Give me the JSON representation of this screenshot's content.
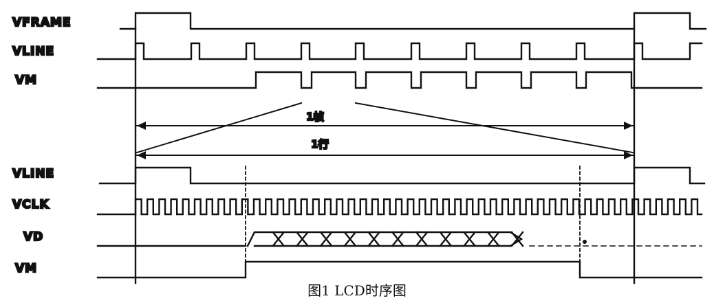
{
  "diagram": {
    "top_signals": [
      "VFRAME",
      "VLINE",
      "VM"
    ],
    "frame_span_label": "1帧",
    "line_span_label": "1行",
    "bottom_signals": [
      "VLINE",
      "VCLK",
      "VD",
      "VM"
    ],
    "caption": "图1 LCD时序图"
  }
}
